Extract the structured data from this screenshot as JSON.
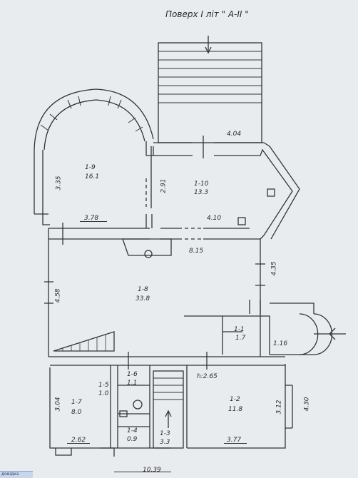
{
  "title": "Поверх І   літ \" А-ІІ \"",
  "rooms": [
    {
      "id": "1-9",
      "area": "16.1"
    },
    {
      "id": "1-10",
      "area": "13.3"
    },
    {
      "id": "1-8",
      "area": "33.8"
    },
    {
      "id": "1-1",
      "area": "1.7"
    },
    {
      "id": "1-2",
      "area": "11.8"
    },
    {
      "id": "1-3",
      "area": "3.3"
    },
    {
      "id": "1-4",
      "area": "0.9"
    },
    {
      "id": "1-5",
      "area": "1.0"
    },
    {
      "id": "1-6",
      "area": "1.1"
    },
    {
      "id": "1-7",
      "area": "8.0"
    }
  ],
  "dimensions": [
    "3.35",
    "3.78",
    "2.91",
    "4.04",
    "4.10",
    "8.15",
    "4.35",
    "4.58",
    "1.16",
    "3.04",
    "2.62",
    "3.12",
    "4.30",
    "3.77",
    "10.39"
  ],
  "height_note": "h:2.65",
  "stamp": "довідка",
  "colors": {
    "paper": "#e9ecef",
    "ink": "#333333"
  }
}
